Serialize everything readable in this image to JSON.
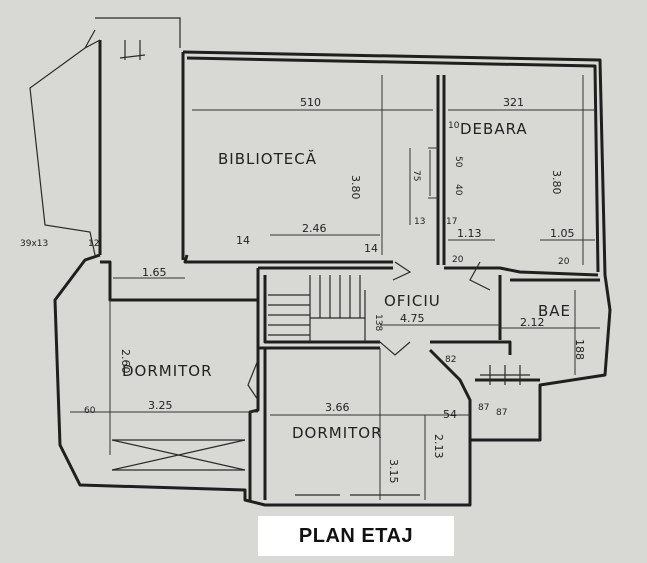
{
  "title": "PLAN ETAJ",
  "rooms": {
    "biblioteca": "BIBLIOTECĂ",
    "debara": "DEBARA",
    "oficiu": "OFICIU",
    "bae": "BAE",
    "dormitor_left": "DORMITOR",
    "dormitor_right": "DORMITOR"
  },
  "dimensions": {
    "d510": "510",
    "d321": "321",
    "d380a": "3.80",
    "d380b": "3.80",
    "d246": "2.46",
    "d14a": "14",
    "d14b": "14",
    "d165": "1.65",
    "d475": "4.75",
    "d212": "2.12",
    "d188": "188",
    "d260": "2.60",
    "d325": "3.25",
    "d366": "3.66",
    "d213": "2.13",
    "d315": "3.15",
    "d113": "1.13",
    "d105": "1.05",
    "d54": "54",
    "d87a": "87",
    "d87b": "87",
    "d60": "60",
    "d39x13": "39x13",
    "d12": "12",
    "d75": "75",
    "d40": "40",
    "d50": "50",
    "d13": "13",
    "d17": "17",
    "d20a": "20",
    "d20b": "20",
    "d82": "82",
    "d138": "138",
    "d10": "10"
  }
}
